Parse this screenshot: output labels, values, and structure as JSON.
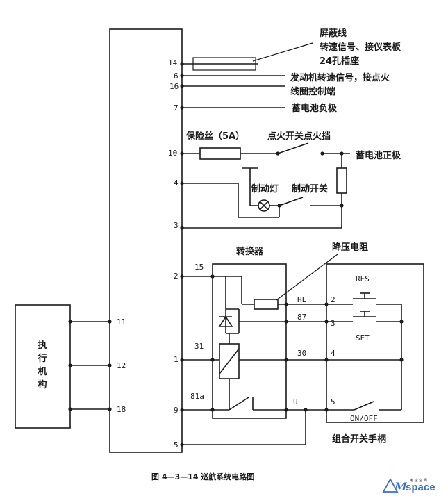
{
  "figure": {
    "caption": "图 4—3—14   巡航系统电路图"
  },
  "module_pins": {
    "p14": "14",
    "p6": "6",
    "p16": "16",
    "p7": "7",
    "p10": "10",
    "p4": "4",
    "p3": "3",
    "p2": "2",
    "p1": "1",
    "p9": "9",
    "p5": "5",
    "p11": "11",
    "p12": "12",
    "p18": "18"
  },
  "actuator": {
    "label_lines": [
      "执",
      "行",
      "机",
      "构"
    ]
  },
  "labels": {
    "shielded_line_1": "屏蔽线",
    "shielded_line_2": "转速信号、接仪表板",
    "shielded_line_3": "24孔插座",
    "engine_speed_1": "发动机转速信号，接点火",
    "engine_speed_2": "线圈控制端",
    "battery_neg": "蓄电池负极",
    "fuse": "保险丝（5A）",
    "ignition": "点火开关点火挡",
    "battery_pos": "蓄电池正极",
    "brake_lamp": "制动灯",
    "brake_switch": "制动开关",
    "converter": "转换器",
    "dropping_resistor": "降压电阻",
    "combo_switch": "组合开关手柄"
  },
  "converter_pins": {
    "c15": "15",
    "c31": "31",
    "c81a": "81a",
    "hl": "HL",
    "c87": "87",
    "c30": "30",
    "u": "U"
  },
  "switch_pins": {
    "s2": "2",
    "s3": "3",
    "s4": "4",
    "s5": "5",
    "res": "RES",
    "set": "SET",
    "onoff": "ON/OFF"
  },
  "logo": {
    "text": "space",
    "tagline": "电 控 空 间"
  },
  "colors": {
    "line": "#1a1a1a",
    "logo": "#3a6fc4"
  }
}
